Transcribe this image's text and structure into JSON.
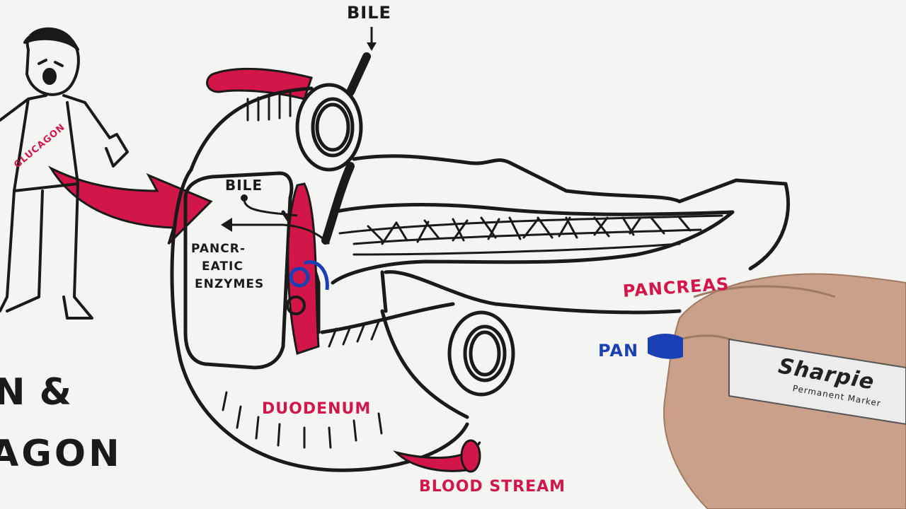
{
  "labels": {
    "bile_top": "BILE",
    "bile_inner": "BILE",
    "pancreatic_1": "PANCR-",
    "pancreatic_2": "EATIC",
    "pancreatic_3": "ENZYMES",
    "glucagon_shirt": "GLUCAGON",
    "pancreas": "PANCREAS",
    "pan_written": "PAN",
    "duodenum": "DUODENUM",
    "blood_stream": "BLOOD STREAM",
    "left_edge_1": "N &",
    "left_edge_2": "AGON",
    "marker_brand": "Sharpie",
    "marker_sub": "Permanent Marker"
  },
  "colors": {
    "ink": "#1a1a1a",
    "red_marker": "#d3164a",
    "blue_marker": "#1b3fb5",
    "paper": "#f4f4f2",
    "skin": "#caa08a"
  }
}
